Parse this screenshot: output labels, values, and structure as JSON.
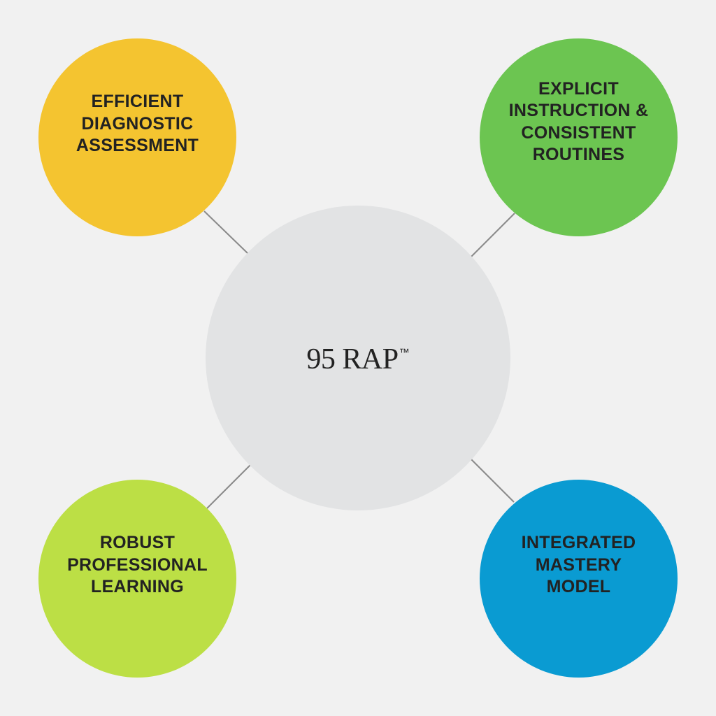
{
  "diagram": {
    "background_color": "#f1f1f1",
    "line_color": "#8a8a8a",
    "center": {
      "title": "95 RAP",
      "trademark": "™",
      "color": "#e2e3e4"
    },
    "nodes": [
      {
        "id": "top-left",
        "label": "EFFICIENT\nDIAGNOSTIC\nASSESSMENT",
        "color": "#f4c430"
      },
      {
        "id": "top-right",
        "label": "EXPLICIT\nINSTRUCTION &\nCONSISTENT\nROUTINES",
        "color": "#6cc551"
      },
      {
        "id": "bottom-left",
        "label": "ROBUST\nPROFESSIONAL\nLEARNING",
        "color": "#bcdf45"
      },
      {
        "id": "bottom-right",
        "label": "INTEGRATED\nMASTERY\nMODEL",
        "color": "#0a9bd2"
      }
    ]
  }
}
